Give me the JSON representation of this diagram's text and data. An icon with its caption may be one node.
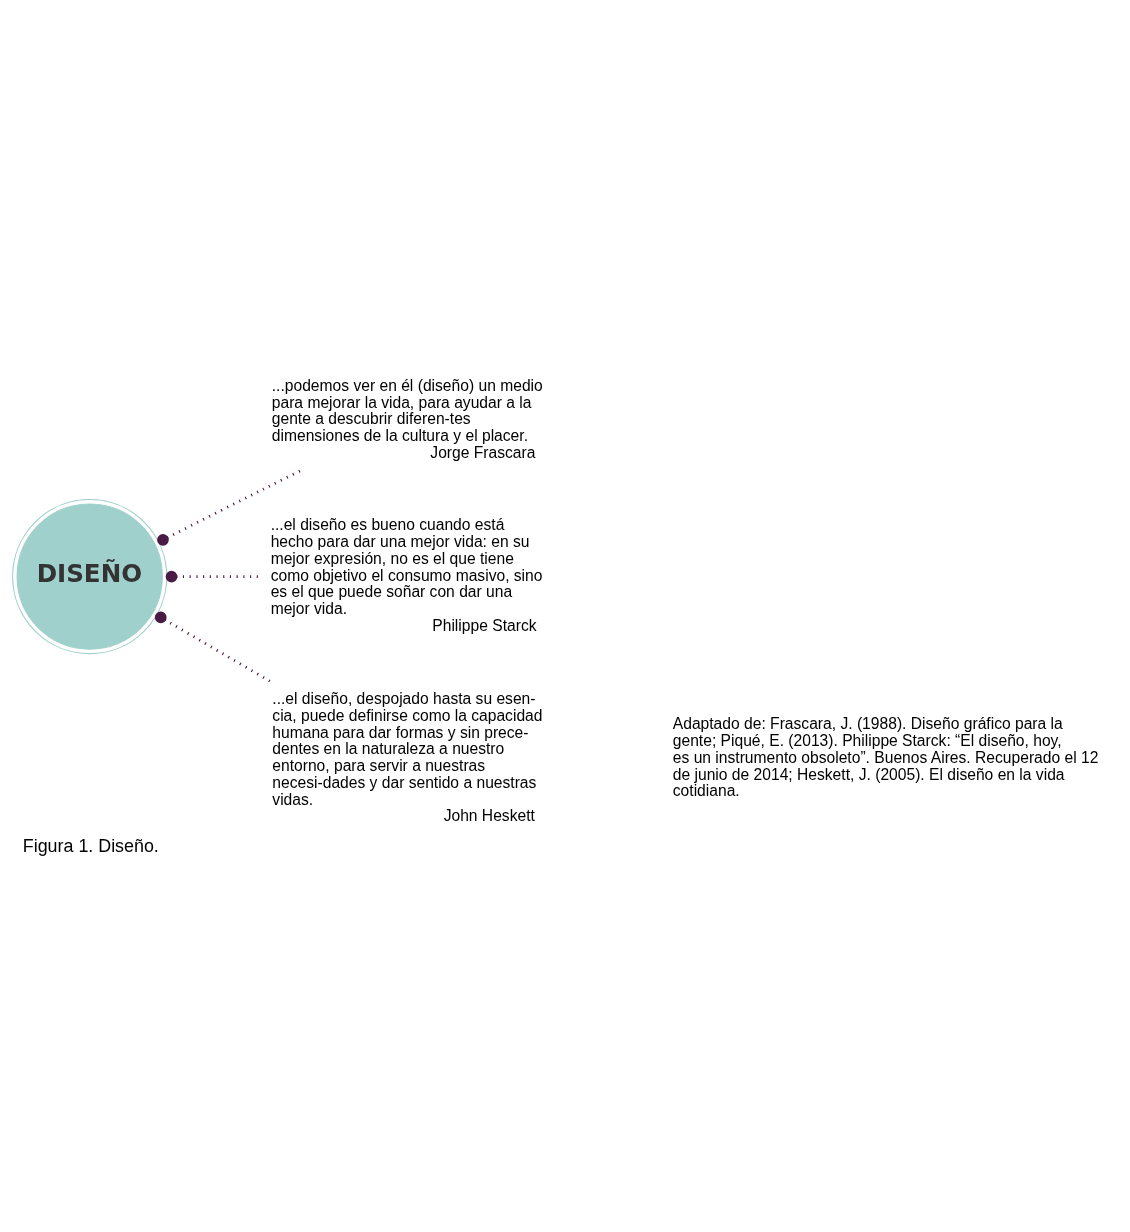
{
  "diagram": {
    "caption": "Figura 1. Diseño.",
    "nodes": [
      {
        "text": [
          "DISEÑO"
        ]
      },
      {
        "text": [
          "...podemos ver en él (diseño) un medio para mejorar la vida, para ayudar a la gente a descubrir diferen-tes dimensiones de la cultura y el placer.",
          "Jorge Frascara"
        ]
      },
      {
        "text": [
          "...el diseño es bueno cuando está hecho para dar una mejor vida: en su mejor expresión, no es el que tiene como objetivo el consumo masivo, sino es el que puede soñar con dar una mejor vida.",
          "Philippe Starck"
        ]
      },
      {
        "text": [
          "...el diseño, despojado hasta su esen-cia, puede definirse como la capacidad humana para dar formas y sin prece-dentes en la naturaleza a nuestro entorno, para servir a nuestras necesi-dades y dar sentido a nuestras vidas.",
          "John Heskett"
        ]
      }
    ],
    "edges": [
      {
        "from": 0,
        "to": 1,
        "arrow": "other",
        "style": "dashed"
      },
      {
        "from": 0,
        "to": 2,
        "arrow": "other",
        "style": "dashed"
      },
      {
        "from": 0,
        "to": 3,
        "arrow": "other",
        "style": "dashed"
      }
    ],
    "labels": [
      "Adaptado de: Frascara, J. (1988). Diseño gráfico para la gente; Piqué, E. (2013). Philippe Starck: “El diseño, hoy, es un instrumento obsoleto”. Buenos Aires. Recuperado el 12 de junio de 2014; Heskett, J. (2005). El diseño en la vida cotidiana."
    ]
  }
}
